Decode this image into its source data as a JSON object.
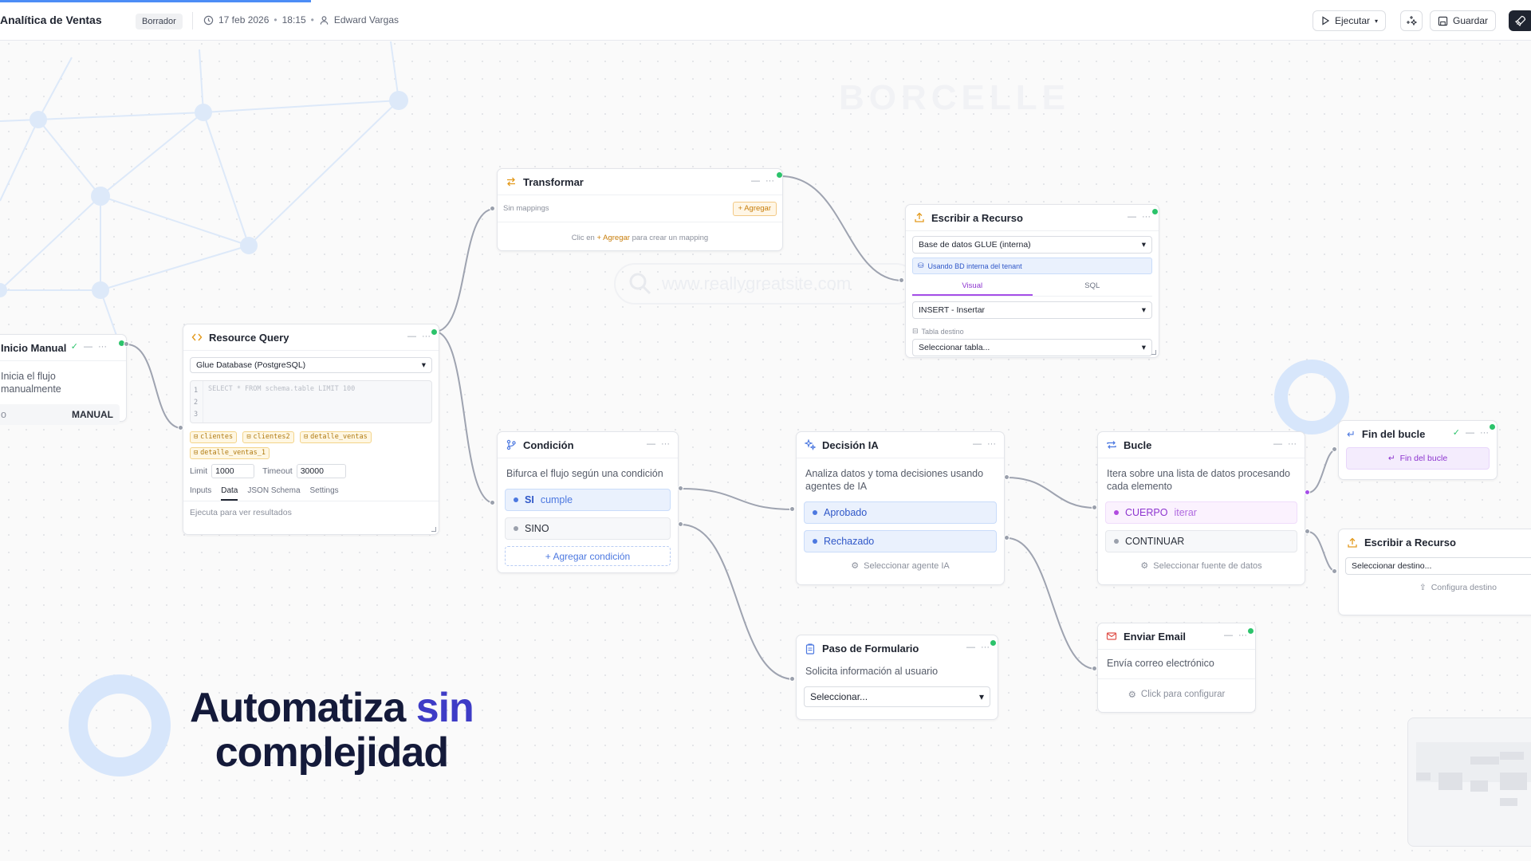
{
  "topbar": {
    "title": "Analítica de Ventas",
    "status": "Borrador",
    "date": "17 feb 2026",
    "time": "18:15",
    "author": "Edward Vargas",
    "run_label": "Ejecutar",
    "save_label": "Guardar"
  },
  "decor": {
    "watermark": "BORCELLE",
    "search_ghost": "www.reallygreatsite.com",
    "hero_line1_a": "Automatiza ",
    "hero_line1_b": "sin",
    "hero_line2": "complejidad"
  },
  "nodes": {
    "manual": {
      "title": "Inicio Manual",
      "desc": "Inicia el flujo manualmente",
      "mode_label": "o",
      "mode": "MANUAL"
    },
    "query": {
      "title": "Resource Query",
      "db": "Glue Database (PostgreSQL)",
      "sql_placeholder": "SELECT * FROM schema.table LIMIT 100",
      "line1": "1",
      "line2": "2",
      "line3": "3",
      "chips": [
        "clientes",
        "clientes2",
        "detalle_ventas",
        "detalle_ventas_1"
      ],
      "limit_label": "Limit",
      "limit": "1000",
      "timeout_label": "Timeout",
      "timeout": "30000",
      "tabs": [
        "Inputs",
        "Data",
        "JSON Schema",
        "Settings"
      ],
      "result_hint": "Ejecuta para ver resultados"
    },
    "transform": {
      "title": "Transformar",
      "no_mappings": "Sin mappings",
      "add": "+ Agregar",
      "hint_a": "Clic en ",
      "hint_b": "+ Agregar",
      "hint_c": " para crear un mapping"
    },
    "write1": {
      "title": "Escribir a Recurso",
      "db": "Base de datos GLUE (interna)",
      "tenant": "Usando BD interna del tenant",
      "tab_visual": "Visual",
      "tab_sql": "SQL",
      "op": "INSERT - Insertar",
      "table_label": "Tabla destino",
      "table": "Seleccionar tabla..."
    },
    "condition": {
      "title": "Condición",
      "desc": "Bifurca el flujo según una condición",
      "si": "SI",
      "si_sub": "cumple",
      "sino": "SINO",
      "add": "+ Agregar condición"
    },
    "ai": {
      "title": "Decisión IA",
      "desc": "Analiza datos y toma decisiones usando agentes de IA",
      "approved": "Aprobado",
      "rejected": "Rechazado",
      "footer": "Seleccionar agente IA"
    },
    "loop": {
      "title": "Bucle",
      "desc": "Itera sobre una lista de datos procesando cada elemento",
      "body": "CUERPO",
      "body_sub": "iterar",
      "cont": "CONTINUAR",
      "footer": "Seleccionar fuente de datos"
    },
    "loop_end": {
      "title": "Fin del bucle",
      "inner": "Fin del bucle"
    },
    "write2": {
      "title": "Escribir a Recurso",
      "dest": "Seleccionar destino...",
      "footer": "Configura destino"
    },
    "form": {
      "title": "Paso de Formulario",
      "desc": "Solicita información al usuario",
      "select": "Seleccionar..."
    },
    "email": {
      "title": "Enviar Email",
      "desc": "Envía correo electrónico",
      "footer": "Click para configurar"
    }
  },
  "colors": {
    "accent": "#4c78e0",
    "success": "#2cc36b",
    "loop": "#a54ee8",
    "warn": "#e39a1d",
    "hero": "#141a3a",
    "hero_accent": "#3e3cc6"
  }
}
